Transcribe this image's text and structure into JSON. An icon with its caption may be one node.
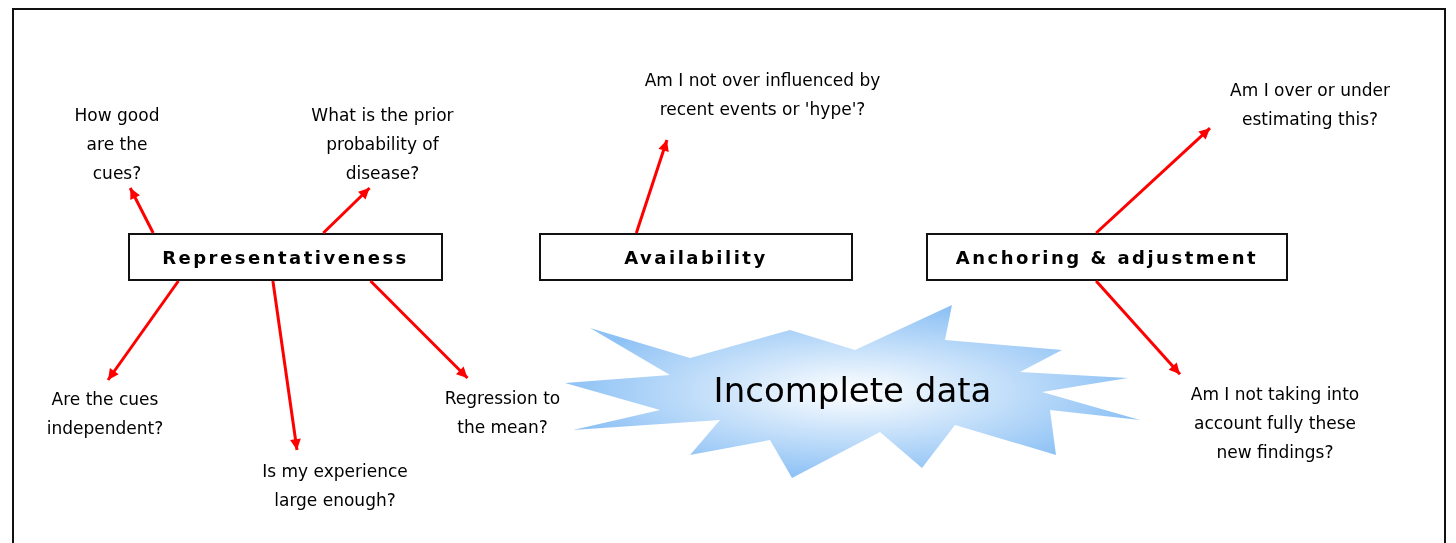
{
  "diagram": {
    "nodes": [
      {
        "text": [
          "Representativeness"
        ]
      },
      {
        "text": [
          "Availability"
        ]
      },
      {
        "text": [
          "Anchoring & adjustment"
        ]
      },
      {
        "text": [
          "How good are the cues?"
        ]
      },
      {
        "text": [
          "What is the prior probability of disease?"
        ]
      },
      {
        "text": [
          "Are the cues independent?"
        ]
      },
      {
        "text": [
          "Is my experience large enough?"
        ]
      },
      {
        "text": [
          "Regression to the mean?"
        ]
      },
      {
        "text": [
          "Am I not over influenced by recent events or 'hype'?"
        ]
      },
      {
        "text": [
          "Am I over or under estimating this?"
        ]
      },
      {
        "text": [
          "Am I not taking into account fully these new findings?"
        ]
      },
      {
        "text": [
          "Incomplete data"
        ]
      }
    ],
    "edges": [
      {
        "from": 0,
        "to": 3,
        "arrow": "to"
      },
      {
        "from": 0,
        "to": 4,
        "arrow": "to"
      },
      {
        "from": 0,
        "to": 5,
        "arrow": "to"
      },
      {
        "from": 0,
        "to": 6,
        "arrow": "to"
      },
      {
        "from": 0,
        "to": 7,
        "arrow": "to"
      },
      {
        "from": 1,
        "to": 8,
        "arrow": "to"
      },
      {
        "from": 2,
        "to": 9,
        "arrow": "to"
      },
      {
        "from": 2,
        "to": 10,
        "arrow": "to"
      }
    ]
  }
}
